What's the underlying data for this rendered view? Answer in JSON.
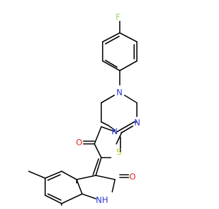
{
  "molecule": {
    "atoms": [
      {
        "id": "F",
        "label": "F",
        "color": "#8fd66f"
      },
      {
        "id": "N1",
        "label": "N",
        "color": "#2b35d8"
      },
      {
        "id": "N2",
        "label": "N",
        "color": "#2b35d8"
      },
      {
        "id": "N3",
        "label": "N",
        "color": "#2b35d8"
      },
      {
        "id": "S",
        "label": "S",
        "color": "#c8c33a"
      },
      {
        "id": "O1",
        "label": "O",
        "color": "#e8261c"
      },
      {
        "id": "O2",
        "label": "O",
        "color": "#e8261c"
      },
      {
        "id": "NH",
        "label": "NH",
        "color": "#2b35d8",
        "sublabel": "H"
      }
    ],
    "bond_color": "#000000"
  }
}
